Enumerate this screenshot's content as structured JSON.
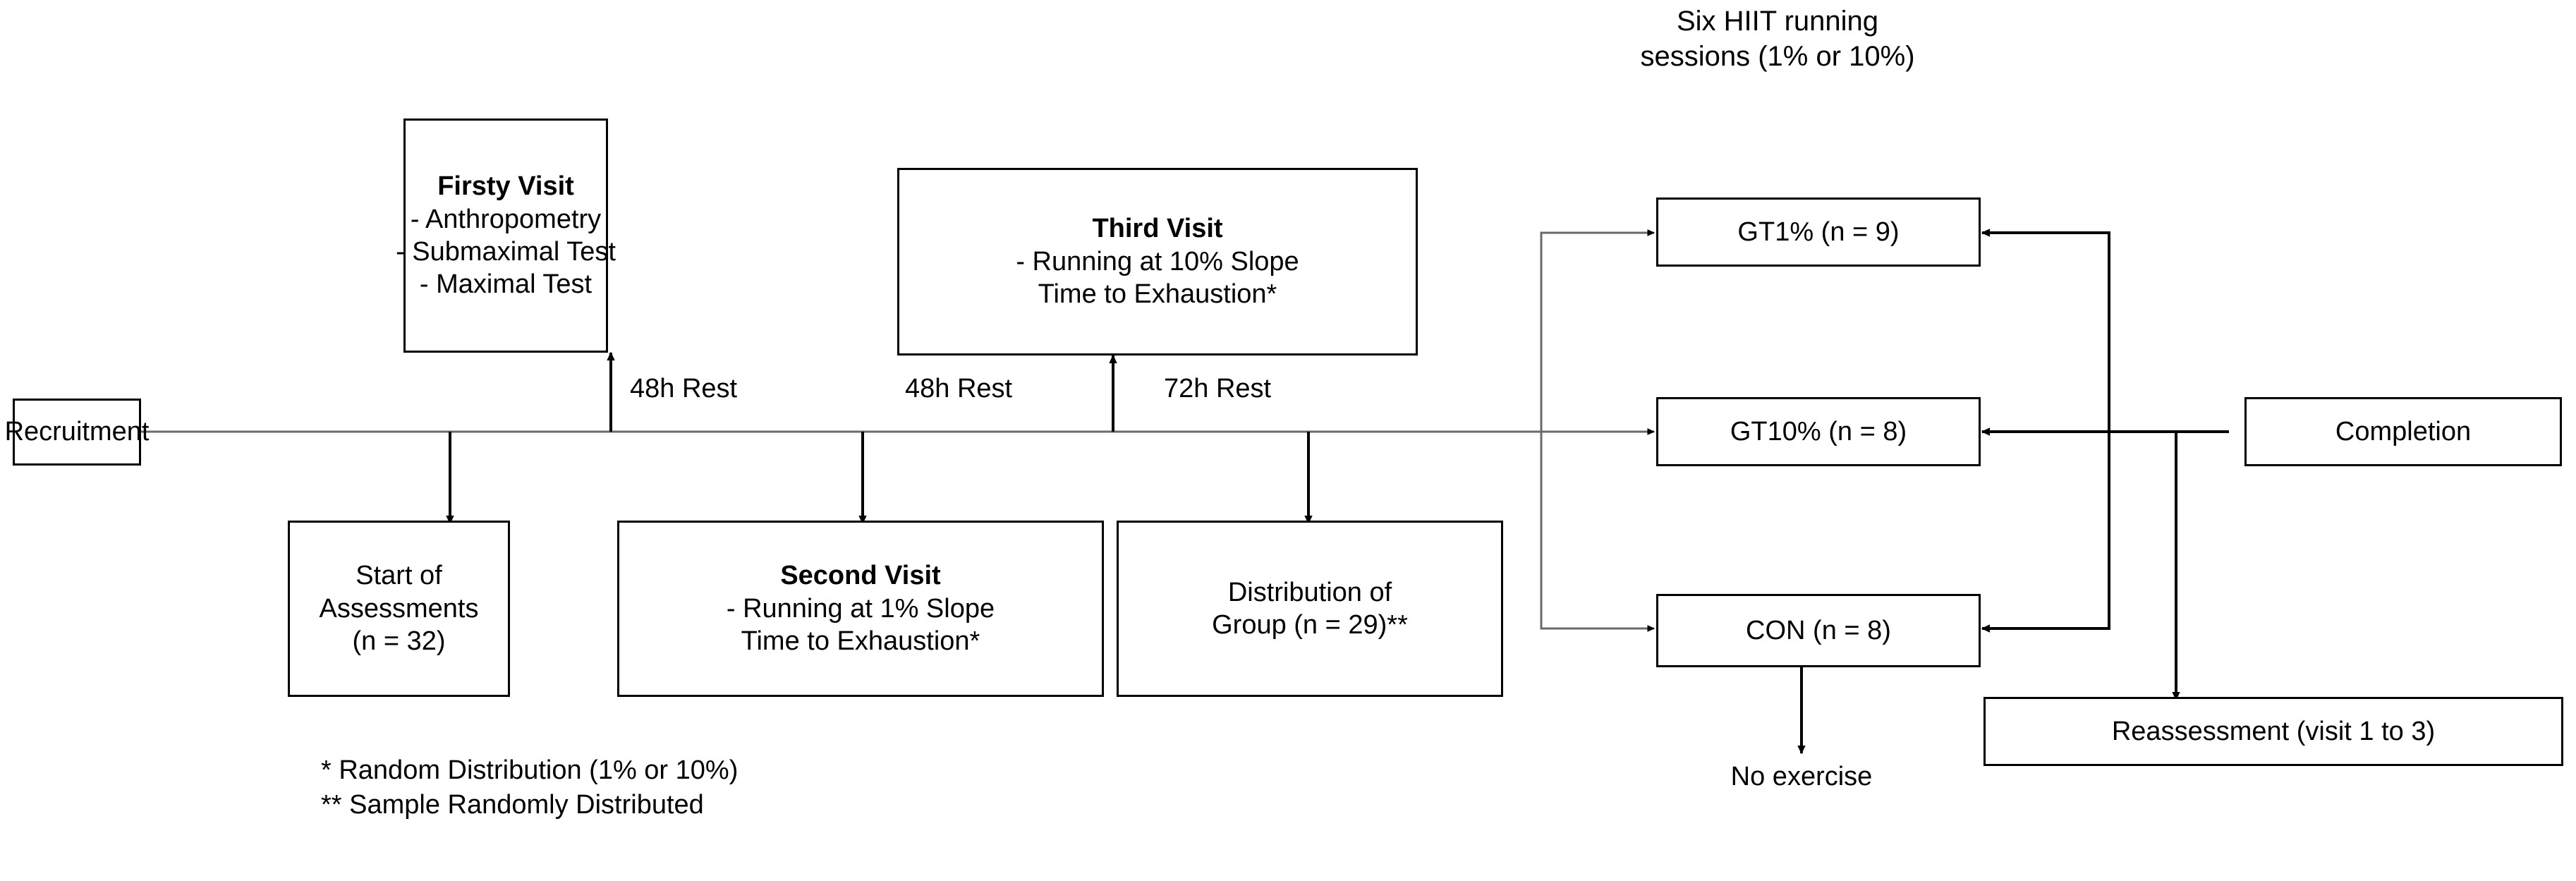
{
  "diagram": {
    "title_note": "Six HIIT running\nsessions (1% or 10%)",
    "nodes": {
      "recruitment": {
        "lines": [
          "Recruitment"
        ]
      },
      "first_visit": {
        "title": "Firsty Visit",
        "lines": [
          "- Anthropometry",
          "- Submaximal Test",
          "- Maximal Test"
        ]
      },
      "start_assessments": {
        "lines": [
          "Start of",
          "Assessments",
          "(n =  32)"
        ]
      },
      "second_visit": {
        "title": "Second Visit",
        "lines": [
          "- Running at 1% Slope",
          "Time to Exhaustion*"
        ]
      },
      "third_visit": {
        "title": "Third Visit",
        "lines": [
          "- Running at 10% Slope",
          "Time to Exhaustion*"
        ]
      },
      "distribution": {
        "lines": [
          "Distribution of",
          "Group (n = 29)**"
        ]
      },
      "gt1": {
        "lines": [
          "GT1% (n = 9)"
        ]
      },
      "gt10": {
        "lines": [
          "GT10% (n = 8)"
        ]
      },
      "con": {
        "lines": [
          "CON (n = 8)"
        ]
      },
      "completion": {
        "lines": [
          "Completion"
        ]
      },
      "reassessment": {
        "lines": [
          "Reassessment (visit 1 to 3)"
        ]
      }
    },
    "edge_labels": {
      "rest1": "48h Rest",
      "rest2": "48h Rest",
      "rest3": "72h Rest"
    },
    "no_exercise": "No exercise",
    "footnotes": "* Random Distribution (1% or 10%)\n** Sample Randomly Distributed",
    "colors": {
      "stroke": "#000000",
      "thin_stroke": "#5a5a5a",
      "background": "#ffffff",
      "text": "#000000"
    }
  }
}
